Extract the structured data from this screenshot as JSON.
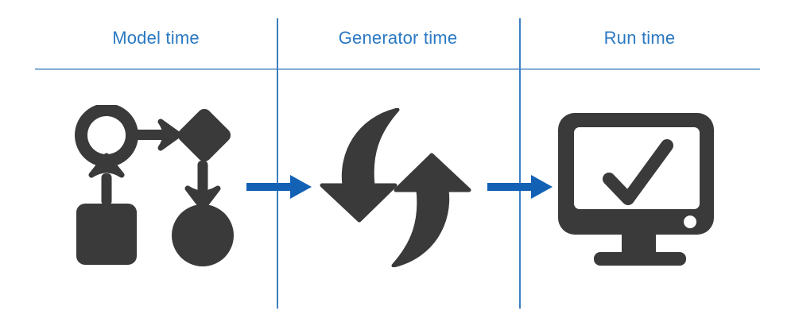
{
  "columns": [
    {
      "label": "Model time",
      "icon": "flowchart-model-icon"
    },
    {
      "label": "Generator time",
      "icon": "cycle-refresh-icon"
    },
    {
      "label": "Run time",
      "icon": "monitor-check-icon"
    }
  ],
  "colors": {
    "background": "#ffffff",
    "header_text": "#2b79c2",
    "divider_vertical": "#3d7fc1",
    "divider_horizontal": "#85aed6",
    "flow_arrow": "#1261b5",
    "icon_dark": "#3a3a3a"
  }
}
